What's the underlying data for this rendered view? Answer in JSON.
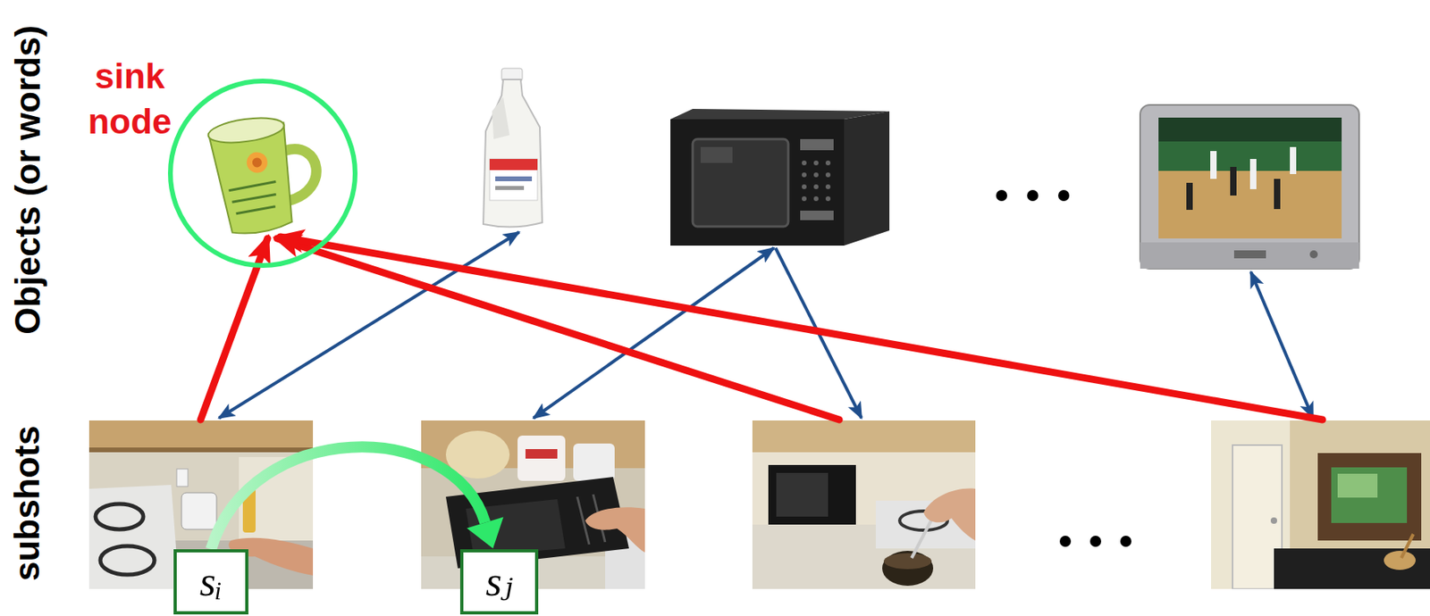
{
  "diagram": {
    "nodes": [
      {
        "text": [
          "sink node"
        ]
      },
      {
        "text": [
          "sᵢ"
        ]
      },
      {
        "text": [
          "sⱼ"
        ]
      }
    ],
    "edges": [
      {
        "from": 1,
        "to": 2,
        "arrow": "to"
      }
    ],
    "labels": [
      "Objects (or words)",
      "subshots"
    ]
  }
}
